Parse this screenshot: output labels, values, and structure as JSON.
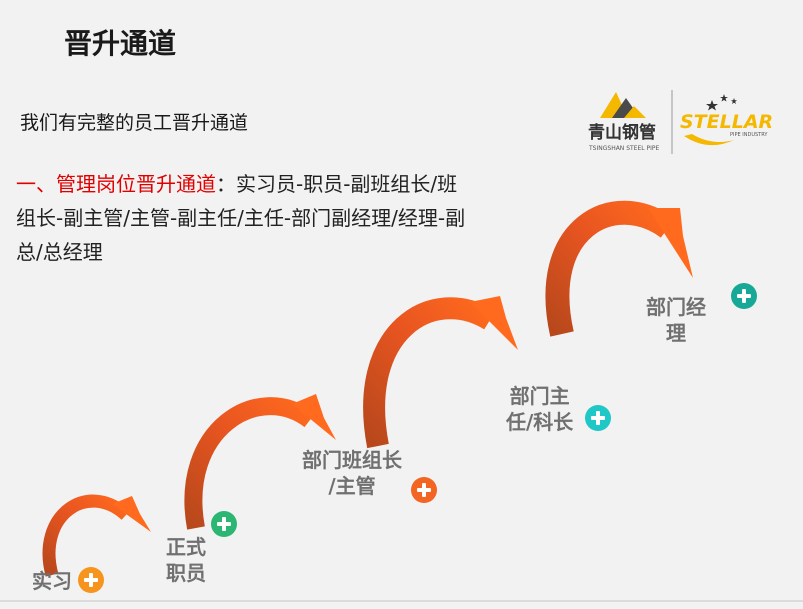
{
  "title": "晋升通道",
  "subtitle": "我们有完整的员工晋升通道",
  "intro": {
    "highlight": "一、管理岗位晋升通道",
    "body": "：实习员-职员-副班组长/班组长-副主管/主管-副主任/主任-部门副经理/经理-副总/总经理"
  },
  "logo": {
    "left_text": "青山钢管",
    "left_sub": "TSINGSHAN STEEL PIPE",
    "right_text": "STELLAR",
    "right_sub": "PIPE INDUSTRY"
  },
  "stages": [
    {
      "line1": "实习",
      "line2": "",
      "plus_color": "#f7941d"
    },
    {
      "line1": "正式",
      "line2": "职员",
      "plus_color": "#2bb673"
    },
    {
      "line1": "部门班组长",
      "line2": "/主管",
      "plus_color": "#f26522"
    },
    {
      "line1": "部门主",
      "line2": "任/科长",
      "plus_color": "#1fc7c7"
    },
    {
      "line1": "部门经",
      "line2": "理",
      "plus_color": "#18a896"
    }
  ],
  "colors": {
    "arrow_dark": "#b8481c",
    "arrow_light": "#ff6a1e",
    "highlight": "#e00000"
  }
}
